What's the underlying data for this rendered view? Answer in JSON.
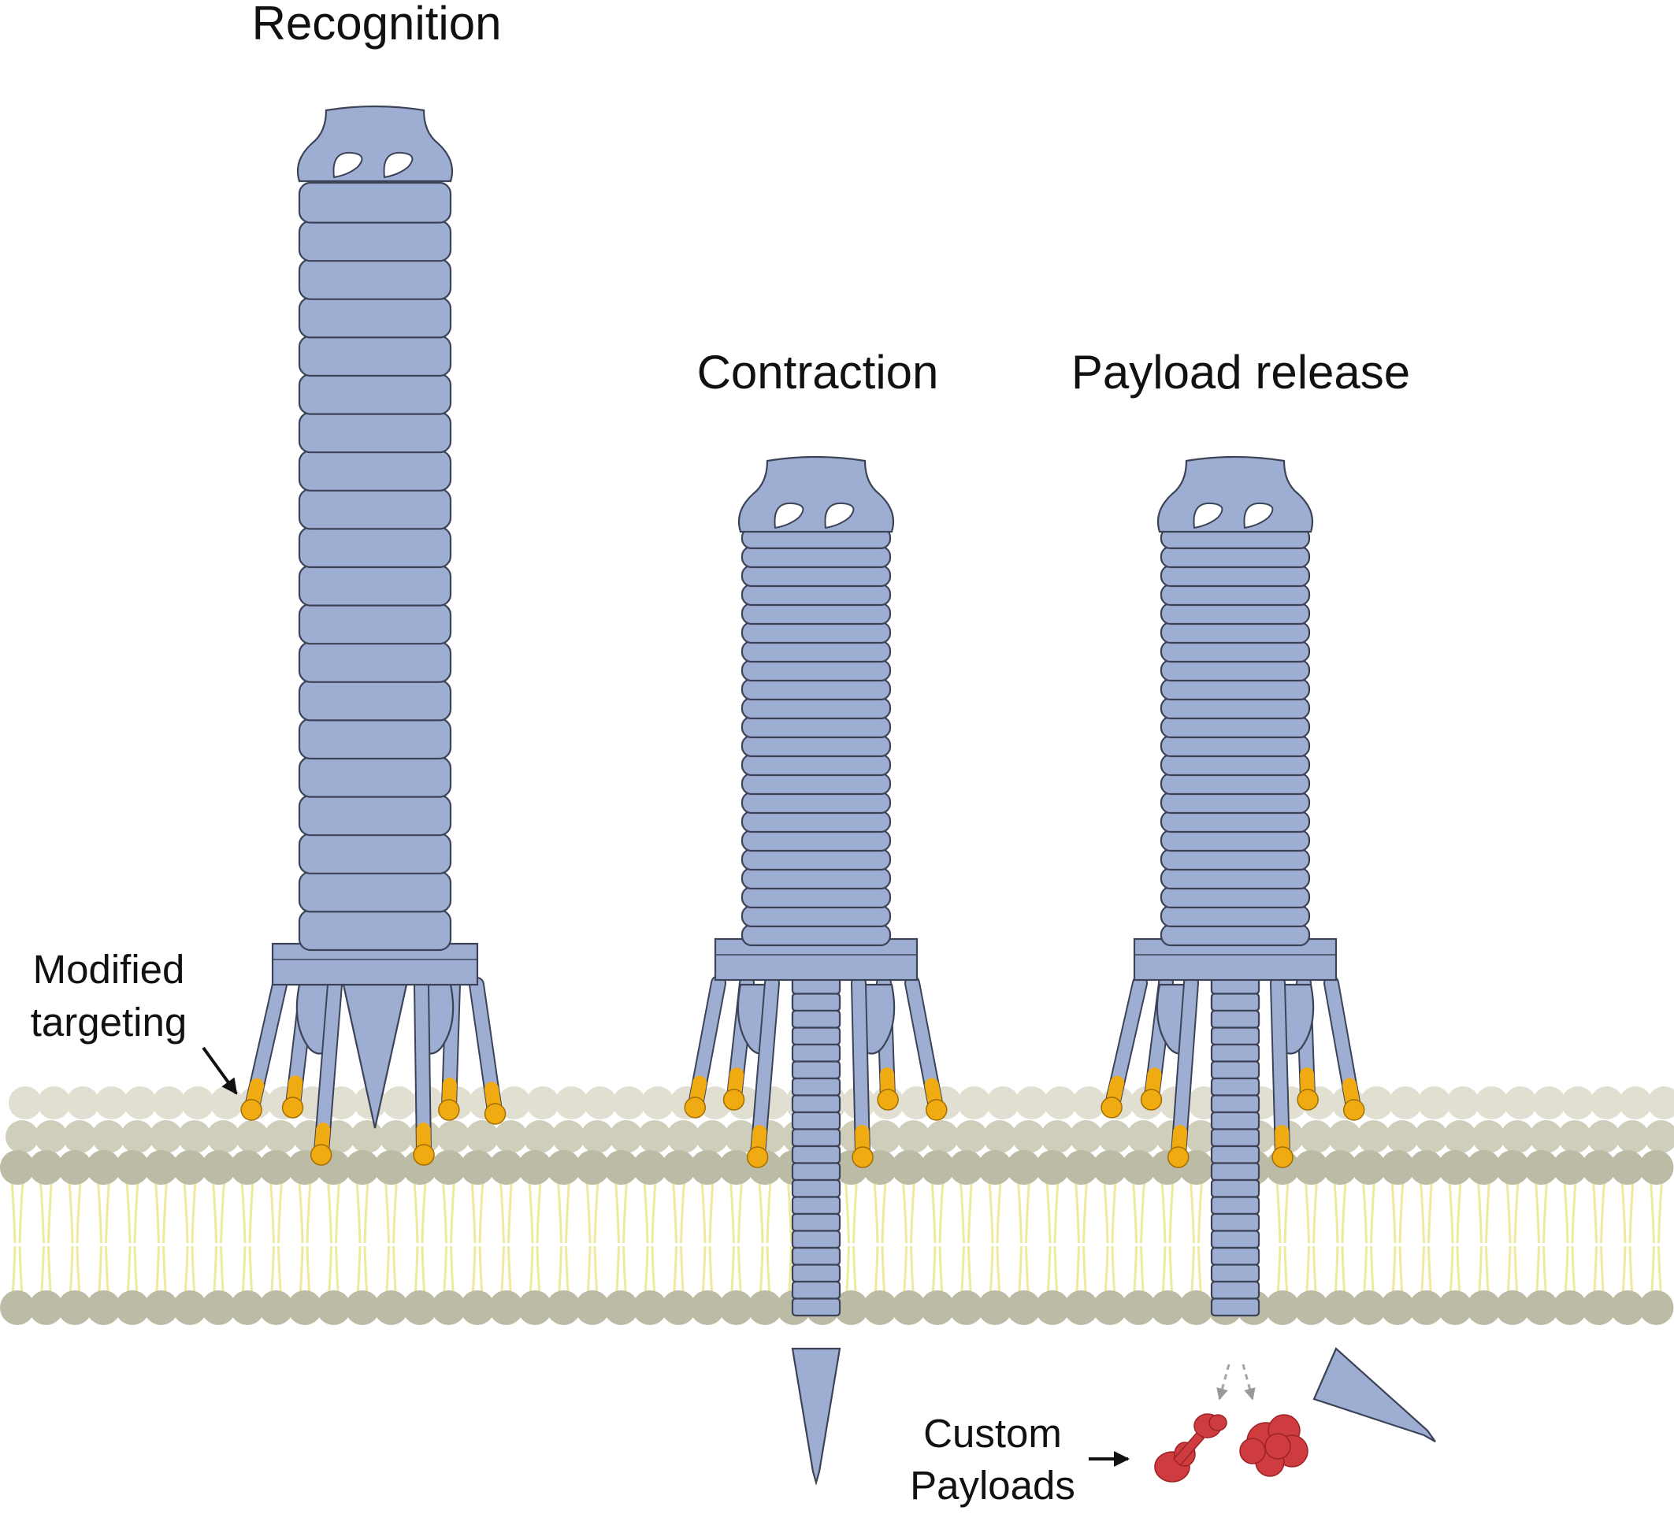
{
  "stages": [
    {
      "title": "Recognition"
    },
    {
      "title": "Contraction"
    },
    {
      "title": "Payload release"
    }
  ],
  "callouts": {
    "targeting": [
      "Modified",
      "targeting"
    ],
    "payloads": [
      "Custom",
      "Payloads"
    ]
  },
  "colors": {
    "protein": "#9eaed3",
    "protein_shadow": "#8294bd",
    "outline": "#3c4357",
    "tip": "#f0aa12",
    "head_front": "#bcbba6",
    "head_back": "#e0dfd1",
    "lipid_tail": "#eeea9c",
    "payload": "#cf3c40"
  }
}
